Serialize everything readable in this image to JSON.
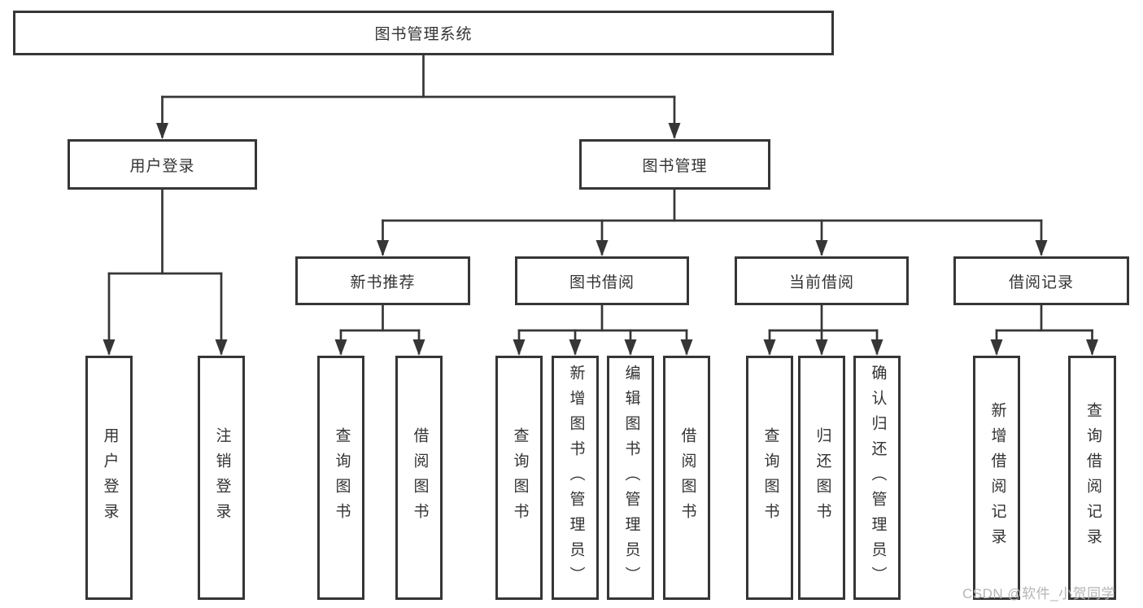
{
  "diagram": {
    "root": {
      "label": "图书管理系统"
    },
    "branches": [
      {
        "label": "用户登录",
        "children": [
          {
            "label": "用户登录"
          },
          {
            "label": "注销登录"
          }
        ]
      },
      {
        "label": "图书管理",
        "children": [
          {
            "label": "新书推荐",
            "children": [
              {
                "label": "查询图书"
              },
              {
                "label": "借阅图书"
              }
            ]
          },
          {
            "label": "图书借阅",
            "children": [
              {
                "label": "查询图书"
              },
              {
                "label": "新增图书（管理员）"
              },
              {
                "label": "编辑图书（管理员）"
              },
              {
                "label": "借阅图书"
              }
            ]
          },
          {
            "label": "当前借阅",
            "children": [
              {
                "label": "查询图书"
              },
              {
                "label": "归还图书"
              },
              {
                "label": "确认归还（管理员）"
              }
            ]
          },
          {
            "label": "借阅记录",
            "children": [
              {
                "label": "新增借阅记录"
              },
              {
                "label": "查询借阅记录"
              }
            ]
          }
        ]
      }
    ]
  },
  "watermark": {
    "text": "CSDN @软件_小贺同学",
    "color": "#b5b5b5"
  },
  "colors": {
    "line": "#363636",
    "node_border": "#363636",
    "text": "#333333",
    "background": "#ffffff"
  }
}
